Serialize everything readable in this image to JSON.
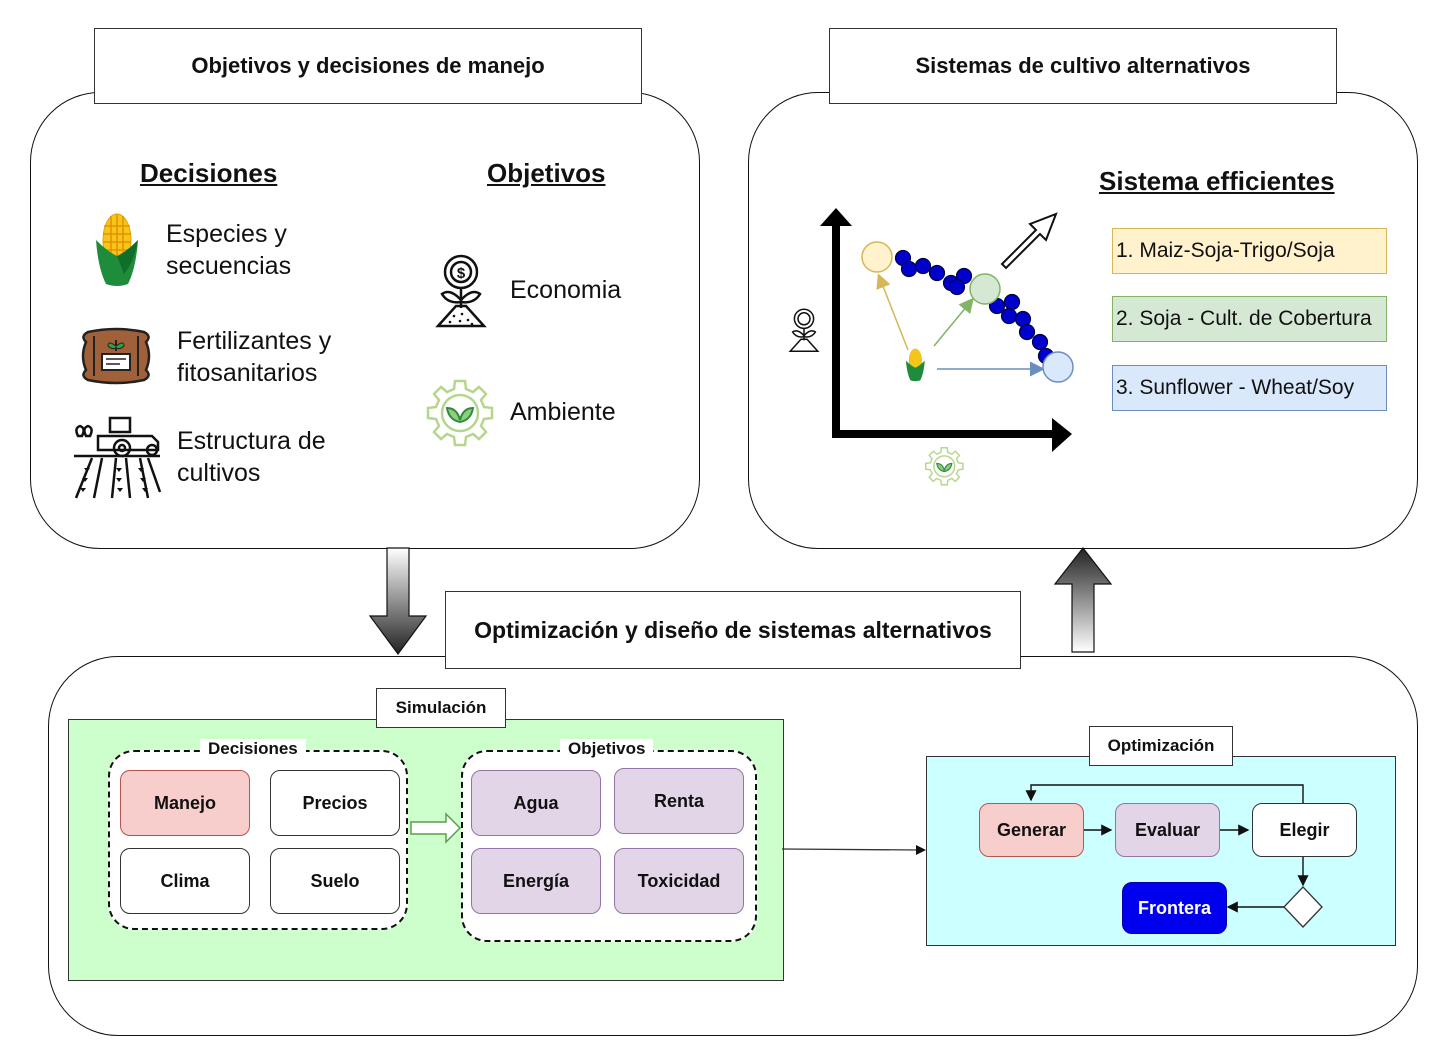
{
  "top_left": {
    "title": "Objetivos y decisiones de manejo",
    "decisions_heading": "Decisiones",
    "objectives_heading": "Objetivos",
    "decisions": [
      {
        "icon": "corn-icon",
        "line1": "Especies y",
        "line2": "secuencias"
      },
      {
        "icon": "fertilizer-bag-icon",
        "line1": "Fertilizantes y",
        "line2": "fitosanitarios"
      },
      {
        "icon": "tractor-field-icon",
        "line1": "Estructura de",
        "line2": "cultivos"
      }
    ],
    "objectives": [
      {
        "icon": "money-plant-icon",
        "label": "Economia"
      },
      {
        "icon": "eco-gear-icon",
        "label": "Ambiente"
      }
    ]
  },
  "top_right": {
    "title": "Sistemas de cultivo alternativos",
    "efficient_heading": "Sistema efficientes",
    "systems": [
      {
        "label": "1. Maiz-Soja-Trigo/Soja",
        "fill": "#fff2cc",
        "stroke": "#d6b656"
      },
      {
        "label": "2. Soja - Cult. de Cobertura",
        "fill": "#d5e8d4",
        "stroke": "#82b366"
      },
      {
        "label": "3. Sunflower - Wheat/Soy",
        "fill": "#dae8fc",
        "stroke": "#6c8ebf"
      }
    ],
    "pareto_plot": {
      "y_axis_icon": "money-plant-icon",
      "x_axis_icon": "eco-gear-icon",
      "origin_icon": "corn-icon",
      "front_point_color": "#0000cc"
    }
  },
  "bottom": {
    "title": "Optimización y diseño de sistemas alternativos",
    "simulation": {
      "title": "Simulación",
      "decisions_label": "Decisiones",
      "decisions": [
        {
          "label": "Manejo",
          "fill": "#f8cecc",
          "stroke": "#b85450"
        },
        {
          "label": "Precios",
          "fill": "#ffffff",
          "stroke": "#333333"
        },
        {
          "label": "Clima",
          "fill": "#ffffff",
          "stroke": "#333333"
        },
        {
          "label": "Suelo",
          "fill": "#ffffff",
          "stroke": "#333333"
        }
      ],
      "objectives_label": "Objetivos",
      "objectives": [
        {
          "label": "Agua",
          "fill": "#e1d5e7",
          "stroke": "#9673a6"
        },
        {
          "label": "Renta",
          "fill": "#e1d5e7",
          "stroke": "#9673a6"
        },
        {
          "label": "Energía",
          "fill": "#e1d5e7",
          "stroke": "#9673a6"
        },
        {
          "label": "Toxicidad",
          "fill": "#e1d5e7",
          "stroke": "#9673a6"
        }
      ],
      "background": "#ccffcc"
    },
    "optimization": {
      "title": "Optimización",
      "background": "#ccffff",
      "steps": [
        {
          "label": "Generar",
          "fill": "#f8cecc",
          "stroke": "#b85450"
        },
        {
          "label": "Evaluar",
          "fill": "#e1d5e7",
          "stroke": "#9673a6"
        },
        {
          "label": "Elegir",
          "fill": "#ffffff",
          "stroke": "#333333"
        }
      ],
      "output": {
        "label": "Frontera",
        "fill": "#0000ee",
        "text_color": "#ffffff"
      }
    }
  }
}
